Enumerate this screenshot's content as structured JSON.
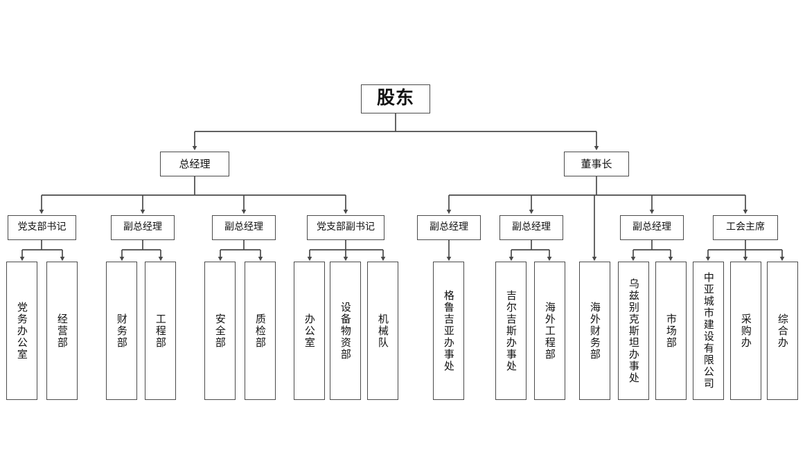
{
  "chart_title": "",
  "theme": {
    "background": "#ffffff",
    "box_border": "#4a4a4a",
    "line": "#4a4a4a",
    "text": "#111111"
  },
  "org_chart": {
    "type": "organization-chart",
    "orientation": "top-down",
    "root": {
      "id": "root",
      "label": "股东"
    },
    "level2": [
      {
        "id": "gm",
        "label": "总经理"
      },
      {
        "id": "chair",
        "label": "董事长"
      }
    ],
    "level3": [
      {
        "id": "l3-1",
        "label": "党支部书记",
        "parent": "gm"
      },
      {
        "id": "l3-2",
        "label": "副总经理",
        "parent": "gm"
      },
      {
        "id": "l3-3",
        "label": "副总经理",
        "parent": "gm"
      },
      {
        "id": "l3-4",
        "label": "党支部副书记",
        "parent": "gm"
      },
      {
        "id": "l3-5",
        "label": "副总经理",
        "parent": "chair"
      },
      {
        "id": "l3-6",
        "label": "副总经理",
        "parent": "chair"
      },
      {
        "id": "l3-7",
        "label": "副总经理",
        "parent": "chair"
      },
      {
        "id": "l3-8",
        "label": "工会主席",
        "parent": "chair"
      }
    ],
    "leaves": [
      {
        "id": "lf-1",
        "label": "党务办公室",
        "parent": "l3-1"
      },
      {
        "id": "lf-2",
        "label": "经营部",
        "parent": "l3-1"
      },
      {
        "id": "lf-3",
        "label": "财务部",
        "parent": "l3-2"
      },
      {
        "id": "lf-4",
        "label": "工程部",
        "parent": "l3-2"
      },
      {
        "id": "lf-5",
        "label": "安全部",
        "parent": "l3-3"
      },
      {
        "id": "lf-6",
        "label": "质检部",
        "parent": "l3-3"
      },
      {
        "id": "lf-7",
        "label": "办公室",
        "parent": "l3-4"
      },
      {
        "id": "lf-8",
        "label": "设备物资部",
        "parent": "l3-4"
      },
      {
        "id": "lf-9",
        "label": "机械队",
        "parent": "l3-4"
      },
      {
        "id": "lf-10",
        "label": "格鲁吉亚办事处",
        "parent": "l3-5"
      },
      {
        "id": "lf-11",
        "label": "吉尔吉斯办事处",
        "parent": "l3-6"
      },
      {
        "id": "lf-12",
        "label": "海外工程部",
        "parent": "l3-6"
      },
      {
        "id": "lf-13",
        "label": "海外财务部",
        "parent": "chair"
      },
      {
        "id": "lf-14",
        "label": "乌兹别克斯坦办事处",
        "parent": "l3-7"
      },
      {
        "id": "lf-15",
        "label": "市场部",
        "parent": "l3-7"
      },
      {
        "id": "lf-16",
        "label": "中亚城市建设有限公司",
        "parent": "l3-8"
      },
      {
        "id": "lf-17",
        "label": "采购办",
        "parent": "l3-8"
      },
      {
        "id": "lf-18",
        "label": "综合办",
        "parent": "l3-8"
      }
    ]
  }
}
